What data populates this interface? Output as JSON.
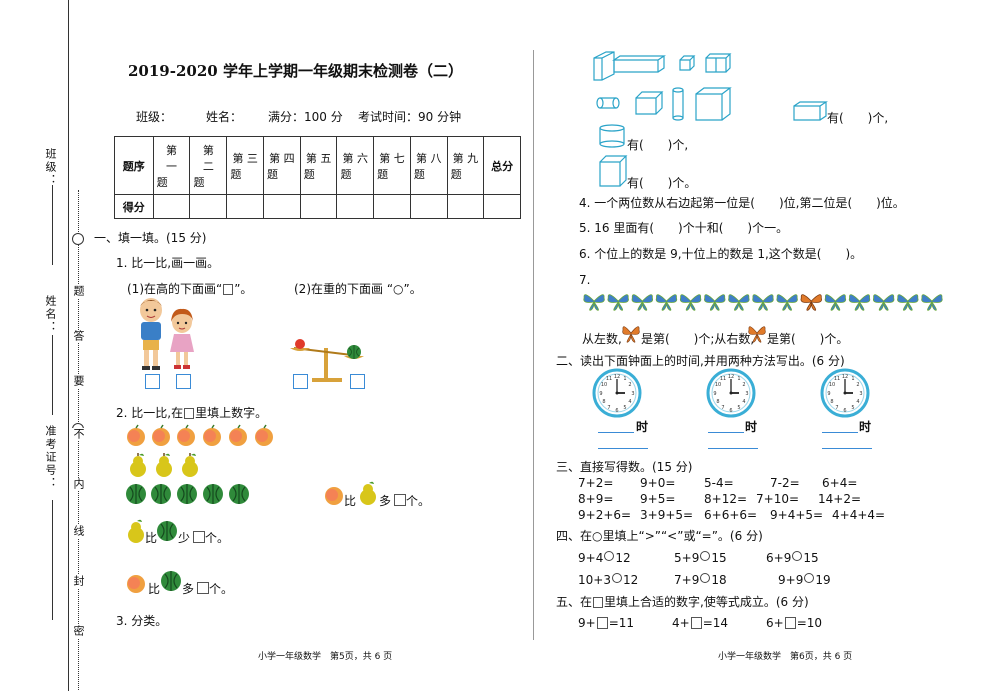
{
  "binding_strip": {
    "labels": [
      "班级：",
      "姓名：",
      "准考证号："
    ],
    "seal_chars": [
      "密",
      "封",
      "线",
      "内",
      "不",
      "要",
      "答",
      "题"
    ]
  },
  "left_page": {
    "title": "2019-2020 学年上学期一年级期末检测卷（二）",
    "info": {
      "class": "班级：",
      "name": "姓名：",
      "full_score": "满分：100 分",
      "time": "考试时间：90 分钟"
    },
    "score_table": {
      "row1_label": "题序",
      "row2_label": "得分",
      "total_label": "总分",
      "columns": [
        {
          "top": "第　一",
          "bottom": "题"
        },
        {
          "top": "第　二",
          "bottom": "题"
        },
        {
          "top": "第 三",
          "bottom": "题"
        },
        {
          "top": "第 四",
          "bottom": "题"
        },
        {
          "top": "第 五",
          "bottom": "题"
        },
        {
          "top": "第 六",
          "bottom": "题"
        },
        {
          "top": "第 七",
          "bottom": "题"
        },
        {
          "top": "第 八",
          "bottom": "题"
        },
        {
          "top": "第 九",
          "bottom": "题"
        }
      ]
    },
    "section1": "一、填一填。(15 分)",
    "q1": "1. 比一比,画一画。",
    "q1a": "(1)在高的下面画“",
    "q1a_end": "”。",
    "q1b": "(2)在重的下面画 “○”。",
    "q2": "2. 比一比,在",
    "q2_end": "里填上数字。",
    "compare1_mid": "比",
    "compare1_end": "多",
    "compare1_unit": "个。",
    "compare2_mid": "比",
    "compare2_end": "少",
    "compare2_unit": "个。",
    "compare3_mid": "比",
    "compare3_end": "多",
    "compare3_unit": "个。",
    "q3": "3. 分类。",
    "footer": "小学一年级数学　第5页，共 6 页"
  },
  "right_page": {
    "shape_answers": {
      "a": "有(　　)个,",
      "b": "有(　　)个,",
      "c": "有(　　)个。"
    },
    "q4": "4. 一个两位数从右边起第一位是(　　)位,第二位是(　　)位。",
    "q5": "5. 16 里面有(　　)个十和(　　)个一。",
    "q6": "6. 个位上的数是 9,十位上的数是 1,这个数是(　　)。",
    "q7": "7.",
    "q7_left": "从左数,",
    "q7_mid": "是第(　　)个;从右数,",
    "q7_end": "是第(　　)个。",
    "section2": "二、读出下面钟面上的时间,并用两种方法写出。(6 分)",
    "clock_unit": "时",
    "section3": "三、直接写得数。(15 分)",
    "arith_rows": [
      [
        "7+2=",
        "9+0=",
        "5-4=",
        "7-2=",
        "6+4="
      ],
      [
        "8+9=",
        "9+5=",
        "8+12=",
        "7+10=",
        "14+2="
      ],
      [
        "9+2+6=",
        "3+9+5=",
        "6+6+6=",
        "9+4+5=",
        "4+4+4="
      ]
    ],
    "section4": "四、在○里填上“>”“<”或“=”。(6 分)",
    "cmp_rows": [
      [
        [
          "9+4",
          "12"
        ],
        [
          "5+9",
          "15"
        ],
        [
          "6+9",
          "15"
        ]
      ],
      [
        [
          "10+3",
          "12"
        ],
        [
          "7+9",
          "18"
        ],
        [
          "9+9",
          "19"
        ]
      ]
    ],
    "section5": "五、在",
    "section5_end": "里填上合适的数字,使等式成立。(6 分)",
    "fill_eqs": [
      [
        "9+",
        "=11"
      ],
      [
        "4+",
        "=14"
      ],
      [
        "6+",
        "=10"
      ]
    ],
    "footer": "小学一年级数学　第6页，共 6 页"
  }
}
